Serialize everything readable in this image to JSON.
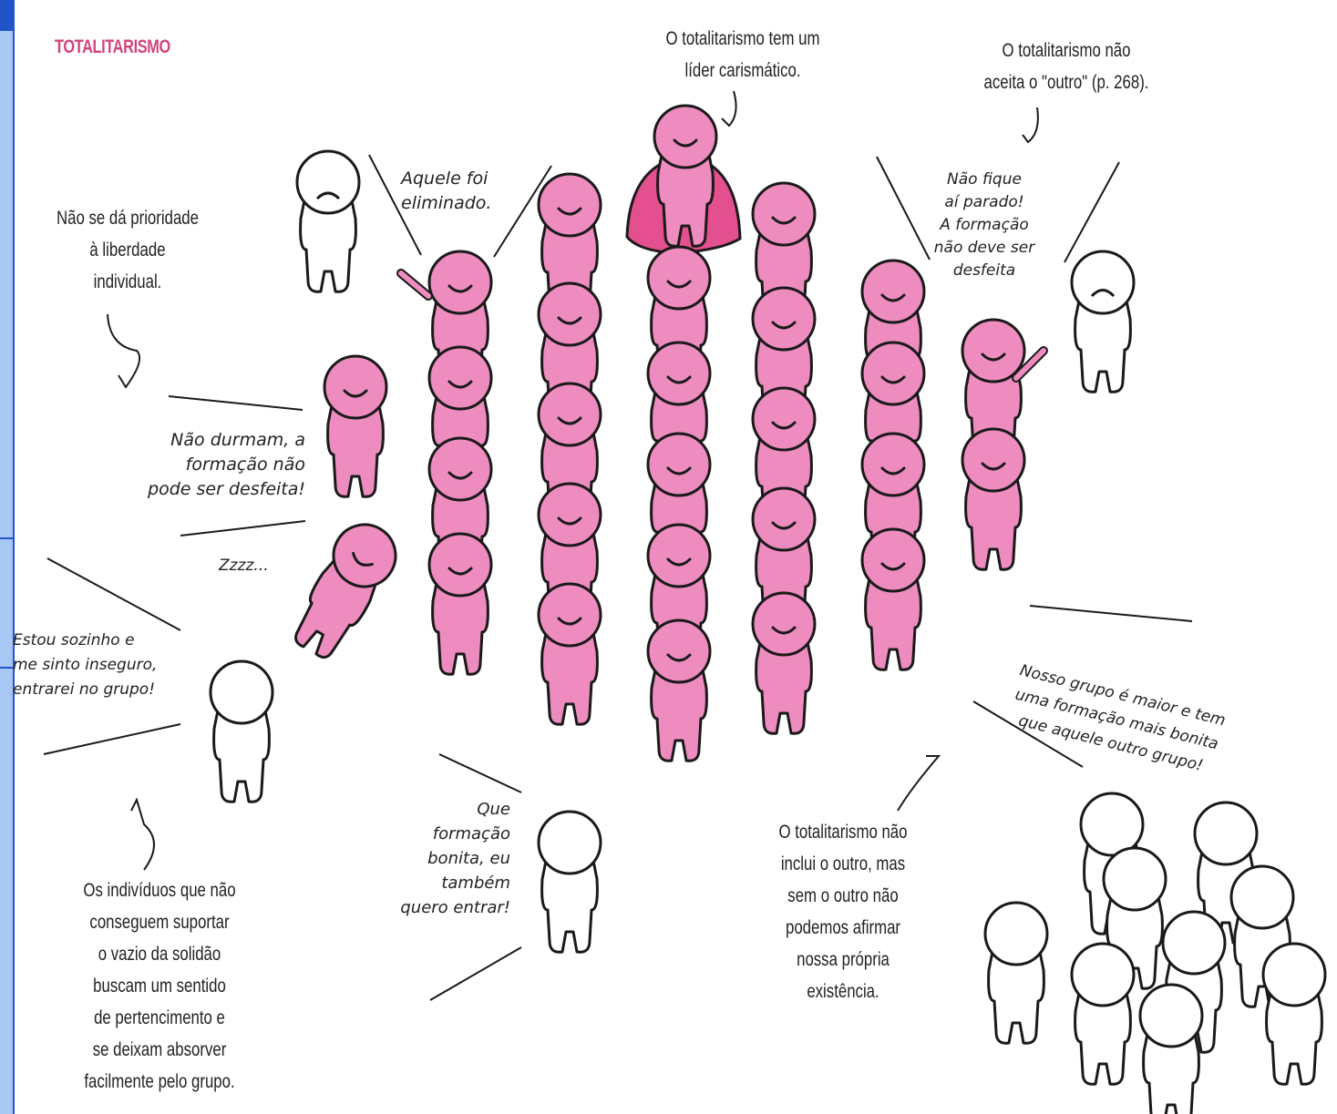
{
  "title": "TOTALITARISMO",
  "captions": {
    "leader": "O totalitarismo tem um\nlíder carismático.",
    "other": "O totalitarismo não\naceita o \"outro\" (p. 268).",
    "liberty": "Não se dá prioridade\nà liberdade\nindividual.",
    "individuals": "Os indivíduos que não\nconseguem suportar\no vazio da solidão\nbuscam um sentido\nde pertencimento e\nse deixam absorver\nfacilmente pelo grupo.",
    "include": "O totalitarismo não\ninclui o outro, mas\nsem o outro não\npodemos afirmar\nnossa própria\nexistência."
  },
  "speech": {
    "eliminated": "Aquele foi\neliminado.",
    "dont_stop": "Não fique\naí parado!\nA formação\nnão deve ser\ndesfeita",
    "dont_sleep": "Não durmam, a\nformação não\npode ser desfeita!",
    "snore": "Zzzz...",
    "alone": "Estou sozinho e\nme sinto inseguro,\nentrarei no grupo!",
    "beautiful": "Que\nformação\nbonita, eu\ntambém\nquero entrar!",
    "bigger": "Nosso grupo é maior e tem\numa formação mais bonita\nque aquele outro grupo!"
  },
  "colors": {
    "pink": "#ee8cc0",
    "accent": "#d1457d",
    "cape": "#e4508f",
    "ink": "#1a1a1a"
  }
}
